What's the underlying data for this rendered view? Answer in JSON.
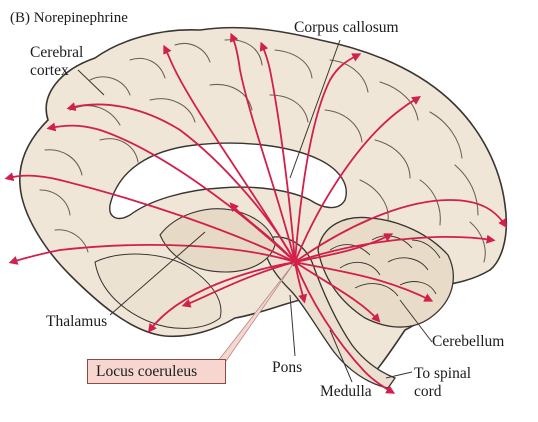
{
  "figure": {
    "title": "(B) Norepinephrine",
    "colors": {
      "brain_fill": "#efe6d7",
      "brain_outline": "#3a3530",
      "pathway": "#d21f4b",
      "highlight_box": "#f7d6cf",
      "callout_line": "#3a3530"
    },
    "labels": {
      "cerebral_cortex": [
        "Cerebral",
        "cortex"
      ],
      "corpus_callosum": "Corpus callosum",
      "thalamus": "Thalamus",
      "locus_coeruleus": "Locus coeruleus",
      "pons": "Pons",
      "medulla": "Medulla",
      "cerebellum": "Cerebellum",
      "to_spinal_cord": [
        "To spinal",
        "cord"
      ]
    }
  }
}
